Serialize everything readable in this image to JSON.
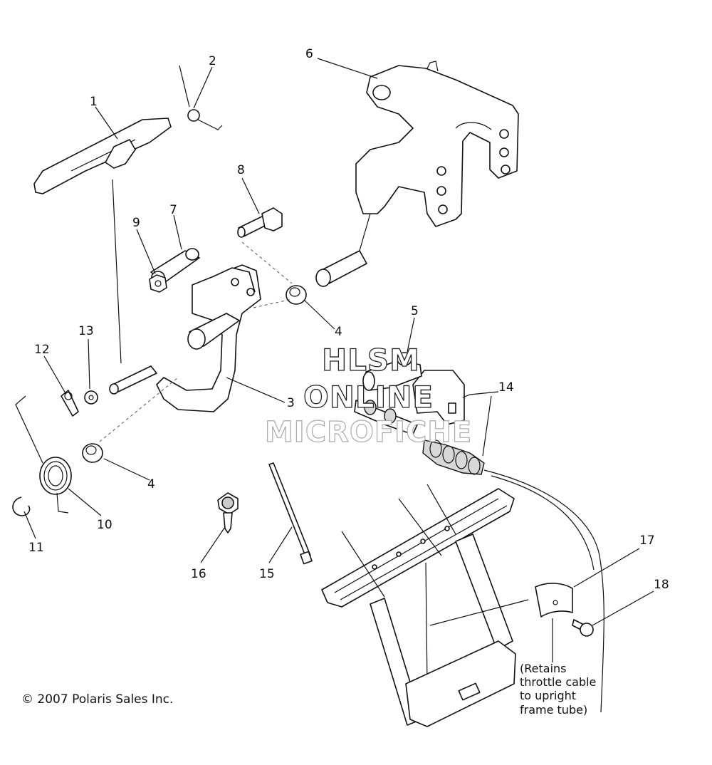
{
  "callouts": [
    "1",
    "2",
    "3",
    "4",
    "4",
    "5",
    "6",
    "7",
    "8",
    "9",
    "10",
    "11",
    "12",
    "13",
    "14",
    "15",
    "16",
    "17",
    "18"
  ],
  "note_lines": [
    "(Retains",
    "throttle cable",
    "to upright",
    "frame tube)"
  ],
  "watermark": [
    "HLSM",
    "ONLINE",
    "MICROFICHE"
  ],
  "copyright": "© 2007 Polaris Sales Inc."
}
